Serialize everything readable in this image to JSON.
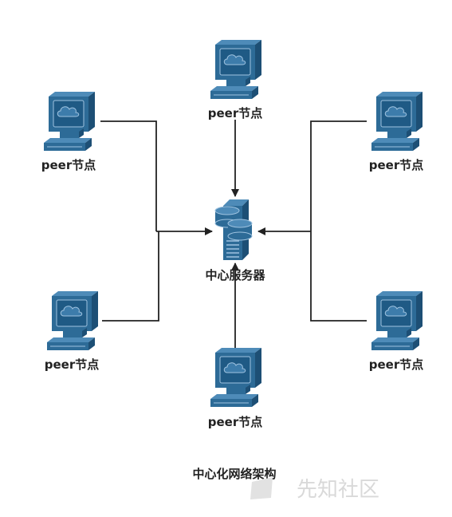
{
  "diagram": {
    "peer_label": "peer节点",
    "server_label": "中心服务器",
    "caption": "中心化网络架构",
    "watermark": "先知社区",
    "colors": {
      "device_fill": "#2d6b97",
      "device_dark": "#1d4f75",
      "device_light": "#4e8bb8",
      "line": "#222222",
      "text": "#222222"
    }
  }
}
